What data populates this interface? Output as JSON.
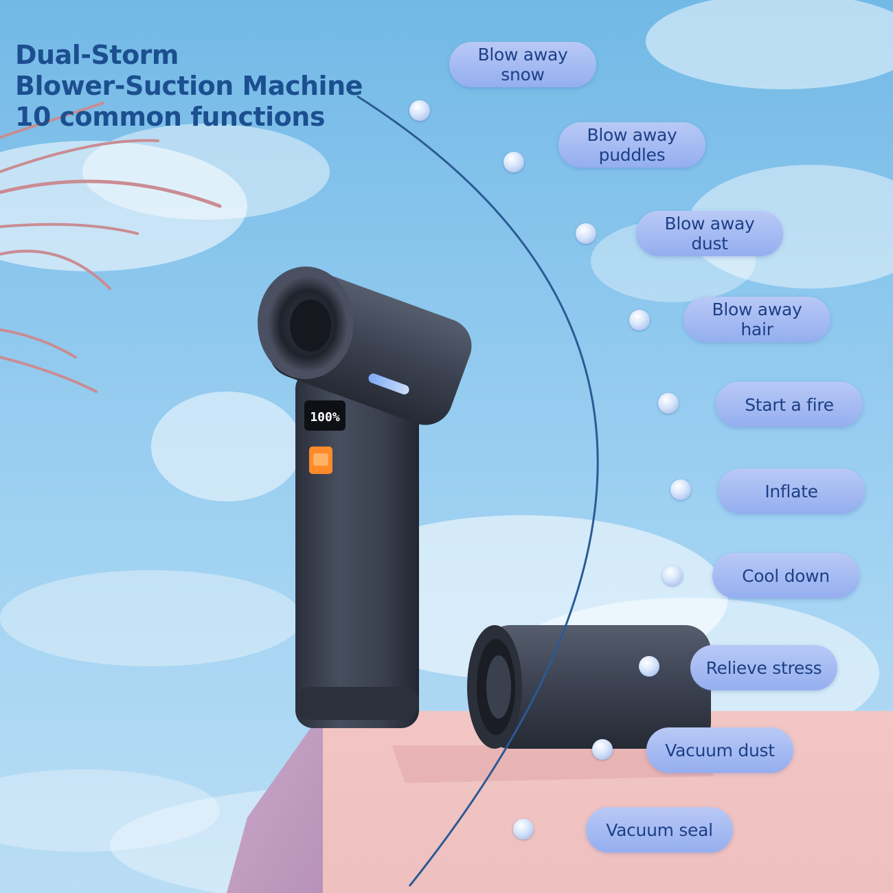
{
  "headline": {
    "line1": "Dual-Storm",
    "line2": "Blower-Suction Machine",
    "line3": "10 common functions"
  },
  "display_readout": "100%",
  "functions": [
    {
      "label": "Blow away\nsnow"
    },
    {
      "label": "Blow away\npuddles"
    },
    {
      "label": "Blow away\ndust"
    },
    {
      "label": "Blow away\nhair"
    },
    {
      "label": "Start a fire"
    },
    {
      "label": "Inflate"
    },
    {
      "label": "Cool down"
    },
    {
      "label": "Relieve stress"
    },
    {
      "label": "Vacuum dust"
    },
    {
      "label": "Vacuum seal"
    }
  ],
  "colors": {
    "sky": "#8ec8ee",
    "headline": "#1c4f8f",
    "pill": "#a7bcf2",
    "device": "#3b4150",
    "platform": "#e7b8bc",
    "button": "#ff8a2a"
  }
}
